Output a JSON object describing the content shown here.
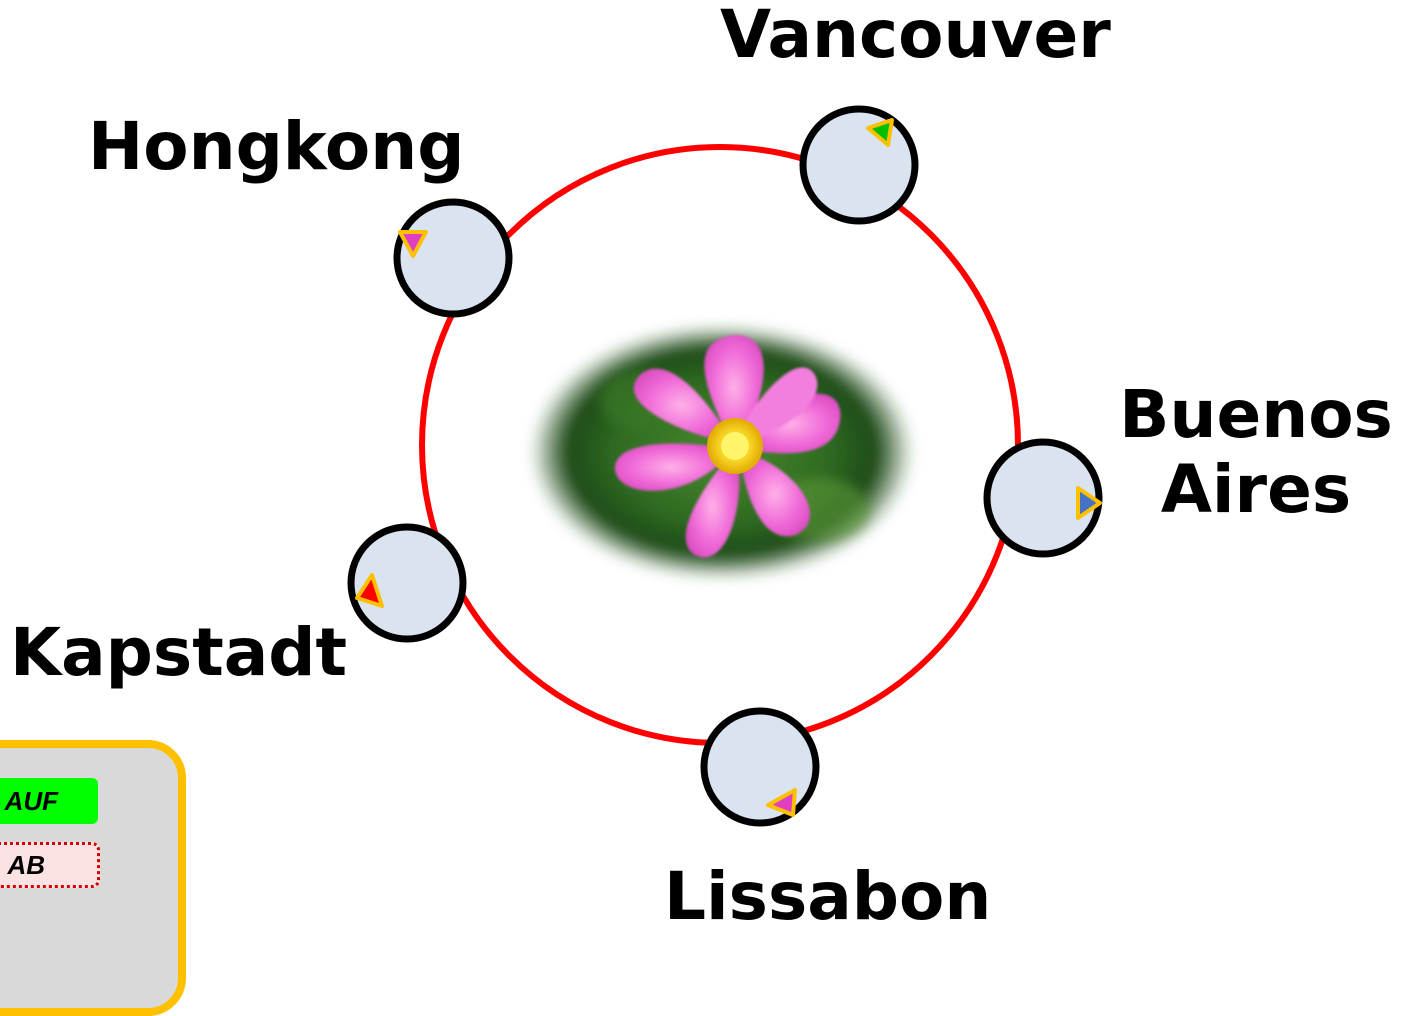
{
  "diagram": {
    "ring_color": "#ff0000",
    "node_fill": "#dae3f0",
    "node_stroke": "#000000",
    "marker_outline": "#ffc000",
    "center_image": "pink-flower-photo",
    "cities": [
      {
        "id": "vancouver",
        "label": "Vancouver",
        "marker_color": "#00c000"
      },
      {
        "id": "hongkong",
        "label": "Hongkong",
        "marker_color": "#e040c0"
      },
      {
        "id": "buenos-aires",
        "label": "Buenos\nAires",
        "marker_color": "#4472c4"
      },
      {
        "id": "kapstadt",
        "label": "Kapstadt",
        "marker_color": "#ff0000"
      },
      {
        "id": "lissabon",
        "label": "Lissabon",
        "marker_color": "#e040c0"
      }
    ]
  },
  "legend": {
    "box_border_color": "#ffc000",
    "box_fill": "#d9d9d9",
    "items": [
      {
        "text": "AUF",
        "color": "#00ff00"
      },
      {
        "text": "AB",
        "color": "#d10000"
      }
    ]
  }
}
